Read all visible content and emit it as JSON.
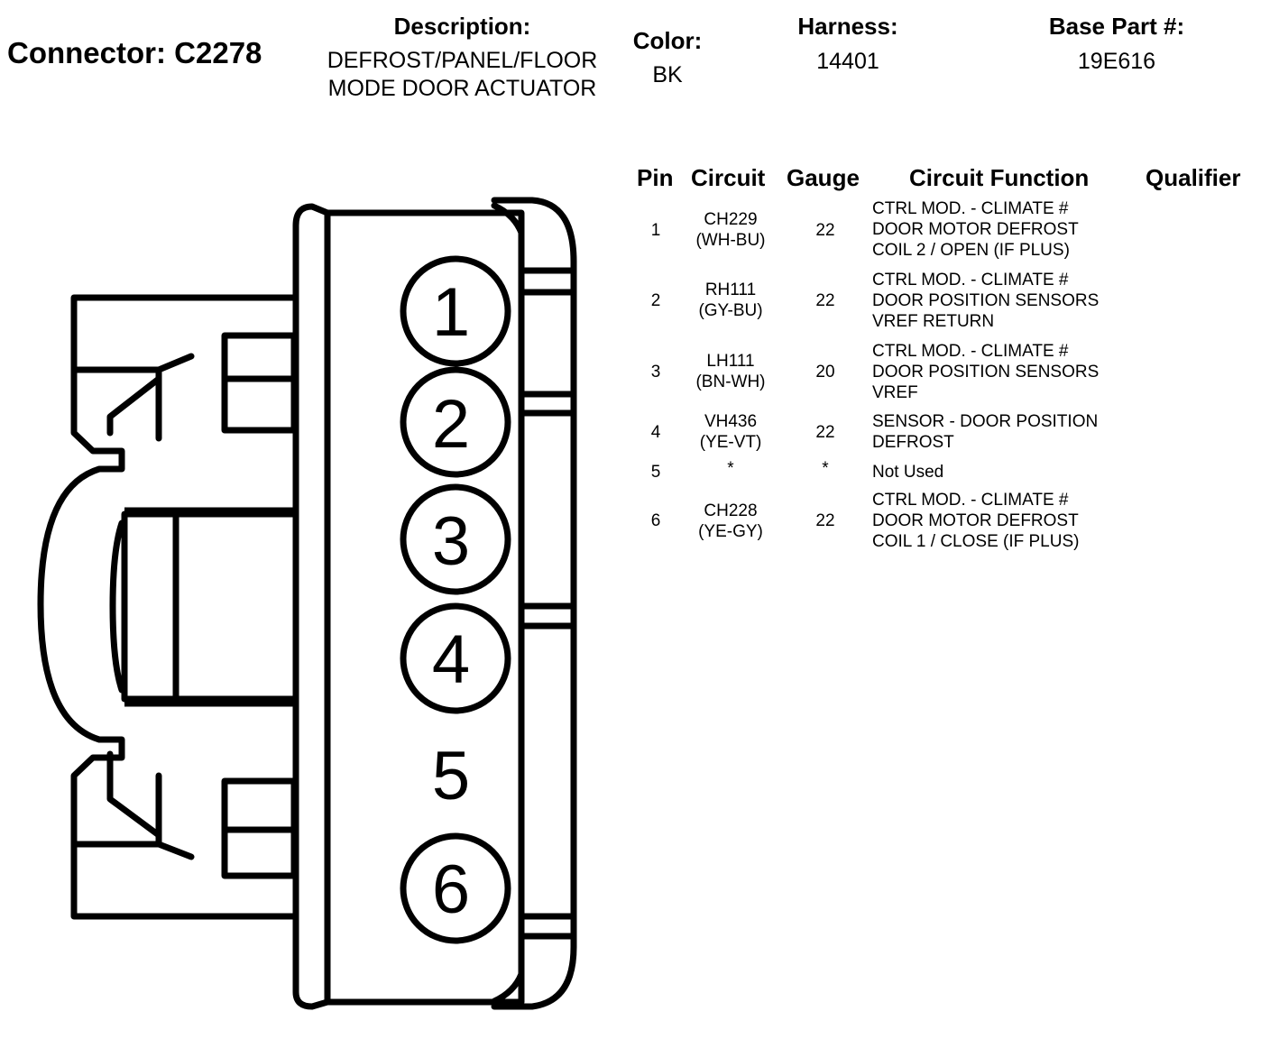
{
  "header": {
    "connector_title": "Connector: C2278",
    "description_label": "Description:",
    "description_lines": [
      "DEFROST/PANEL/FLOOR",
      "MODE DOOR ACTUATOR"
    ],
    "color_label": "Color:",
    "color_value": "BK",
    "harness_label": "Harness:",
    "harness_value": "14401",
    "base_part_label": "Base Part #:",
    "base_part_value": "19E616"
  },
  "diagram": {
    "cavity_labels": [
      "1",
      "2",
      "3",
      "4",
      "5",
      "6"
    ]
  },
  "table": {
    "headers": {
      "pin": "Pin",
      "circuit": "Circuit",
      "gauge": "Gauge",
      "function": "Circuit Function",
      "qualifier": "Qualifier"
    },
    "rows": [
      {
        "pin": "1",
        "circuit": [
          "CH229",
          "(WH-BU)"
        ],
        "gauge": "22",
        "function": [
          "CTRL MOD. - CLIMATE #",
          "DOOR MOTOR DEFROST",
          "COIL 2 / OPEN (IF PLUS)"
        ],
        "qualifier": ""
      },
      {
        "pin": "2",
        "circuit": [
          "RH111",
          "(GY-BU)"
        ],
        "gauge": "22",
        "function": [
          "CTRL MOD. - CLIMATE #",
          "DOOR POSITION SENSORS",
          "VREF RETURN"
        ],
        "qualifier": ""
      },
      {
        "pin": "3",
        "circuit": [
          "LH111",
          "(BN-WH)"
        ],
        "gauge": "20",
        "function": [
          "CTRL MOD. - CLIMATE #",
          "DOOR POSITION SENSORS",
          "VREF"
        ],
        "qualifier": ""
      },
      {
        "pin": "4",
        "circuit": [
          "VH436",
          "(YE-VT)"
        ],
        "gauge": "22",
        "function": [
          "SENSOR - DOOR POSITION",
          "DEFROST"
        ],
        "qualifier": ""
      },
      {
        "pin": "5",
        "circuit": [
          "*"
        ],
        "gauge": "*",
        "function": [
          "Not Used"
        ],
        "qualifier": ""
      },
      {
        "pin": "6",
        "circuit": [
          "CH228",
          "(YE-GY)"
        ],
        "gauge": "22",
        "function": [
          "CTRL MOD. - CLIMATE #",
          "DOOR MOTOR DEFROST",
          "COIL 1 / CLOSE (IF PLUS)"
        ],
        "qualifier": ""
      }
    ]
  }
}
